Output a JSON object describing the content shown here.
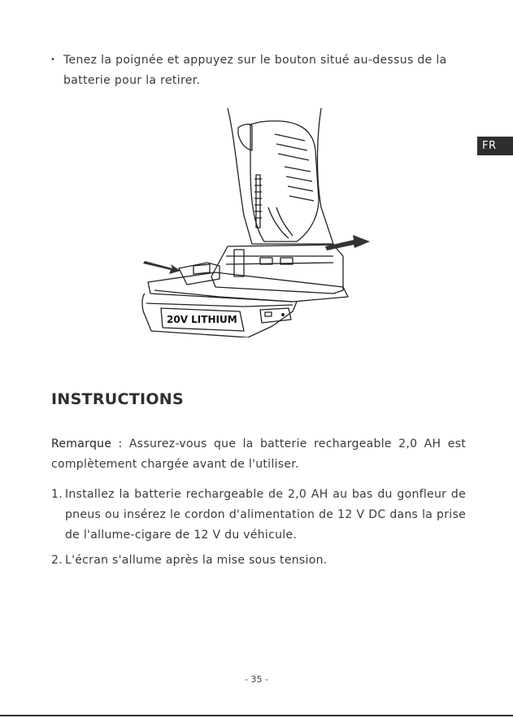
{
  "bullet": {
    "text": "Tenez la poignée et appuyez sur le bouton situé au-dessus de la batterie pour la retirer."
  },
  "figure": {
    "battery_label": "20V LITHIUM"
  },
  "language_tab": "FR",
  "section_title": "INSTRUCTIONS",
  "note": {
    "label": "Remarque :",
    "text": " Assurez-vous que la batterie rechargeable 2,0 AH est complètement chargée avant de l'utiliser."
  },
  "steps": [
    {
      "number": "1.",
      "text": "Installez la batterie rechargeable de 2,0 AH au bas du gonfleur de pneus ou insérez le cordon d'alimentation de 12 V DC dans la prise de l'allume-cigare de 12 V du véhicule."
    },
    {
      "number": "2.",
      "text": "L'écran s'allume après la mise sous tension."
    }
  ],
  "page_number": "- 35 -"
}
